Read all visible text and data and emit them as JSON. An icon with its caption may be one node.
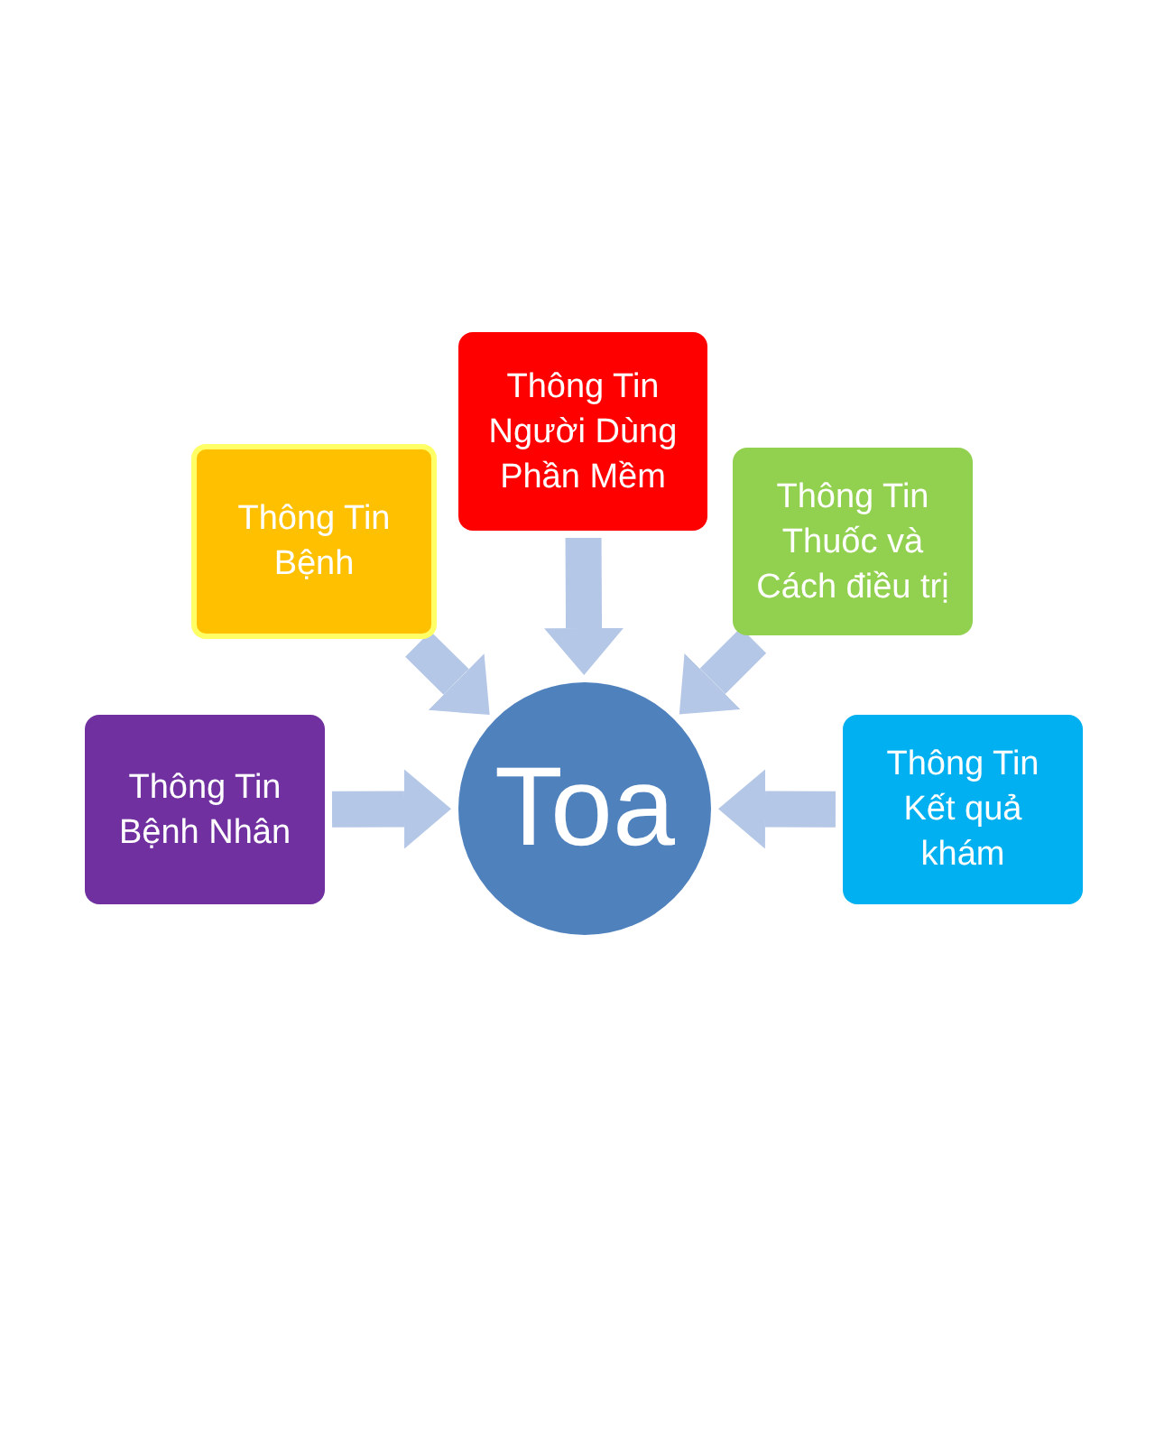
{
  "diagram": {
    "nodes": [
      {
        "text": [
          "Thông Tin Người Dùng Phần Mềm"
        ]
      },
      {
        "text": [
          "Thông Tin Bệnh"
        ]
      },
      {
        "text": [
          "Thông Tin Thuốc và Cách điều trị"
        ]
      },
      {
        "text": [
          "Toa"
        ]
      },
      {
        "text": [
          "Thông Tin Bệnh Nhân"
        ]
      },
      {
        "text": [
          "Thông Tin Kết quả khám"
        ]
      }
    ],
    "edges": [
      {
        "from": 0,
        "to": 3,
        "arrow": "to"
      },
      {
        "from": 1,
        "to": 3,
        "arrow": "to"
      },
      {
        "from": 2,
        "to": 3,
        "arrow": "to"
      },
      {
        "from": 4,
        "to": 3,
        "arrow": "to"
      },
      {
        "from": 5,
        "to": 3,
        "arrow": "to"
      }
    ]
  }
}
